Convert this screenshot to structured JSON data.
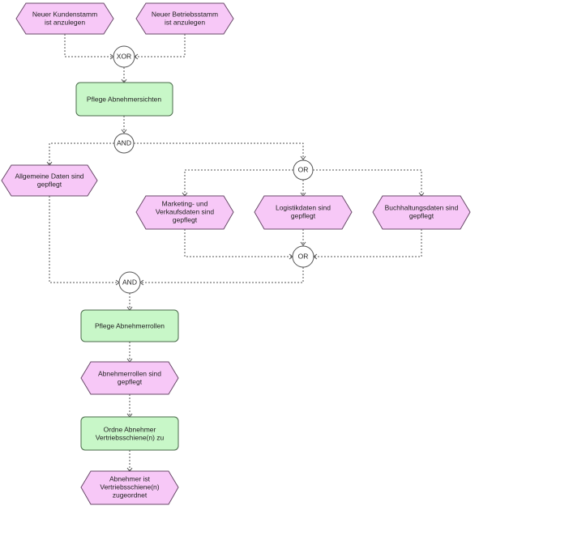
{
  "diagram": {
    "events": {
      "e1": [
        "Neuer Kundenstamm",
        "ist anzulegen"
      ],
      "e2": [
        "Neuer Betriebsstamm",
        "ist anzulegen"
      ],
      "e3": [
        "Allgemeine Daten sind",
        "gepflegt"
      ],
      "e4": [
        "Marketing- und",
        "Verkaufsdaten sind",
        "gepflegt"
      ],
      "e5": [
        "Logistikdaten sind",
        "gepflegt"
      ],
      "e6": [
        "Buchhaltungsdaten sind",
        "gepflegt"
      ],
      "e7": [
        "Abnehmerrollen sind",
        "gepflegt"
      ],
      "e8": [
        "Abnehmer ist",
        "Vertriebsschiene(n)",
        "zugeordnet"
      ]
    },
    "functions": {
      "f1": [
        "Pflege Abnehmersichten"
      ],
      "f2": [
        "Pflege Abnehmerrollen"
      ],
      "f3": [
        "Ordne Abnehmer",
        "Vertriebsschiene(n) zu"
      ]
    },
    "connectors": {
      "c1": "XOR",
      "c2": "AND",
      "c3": "OR",
      "c4": "OR",
      "c5": "AND"
    },
    "colors": {
      "event_fill": "#f7c8f7",
      "function_fill": "#c8f7c8",
      "connector_fill": "#ffffff",
      "edge": "#555555"
    }
  }
}
